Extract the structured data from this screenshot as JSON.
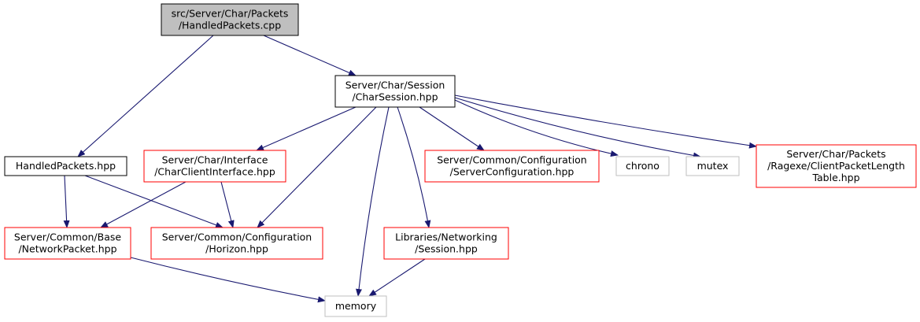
{
  "colors": {
    "edge": "#191970",
    "root_fill": "#bfbfbf",
    "root_border": "#000000",
    "documented_border": "#000000",
    "undocumented_border": "#ff0000",
    "external_border": "#bfbfbf",
    "text": "#000000"
  },
  "nodes": [
    {
      "id": "handledpackets_cpp",
      "lines": [
        "src/Server/Char/Packets",
        "/HandledPackets.cpp"
      ],
      "kind": "root"
    },
    {
      "id": "charsession_hpp",
      "lines": [
        "Server/Char/Session",
        "/CharSession.hpp"
      ],
      "kind": "documented"
    },
    {
      "id": "handledpackets_hpp",
      "lines": [
        "HandledPackets.hpp"
      ],
      "kind": "documented"
    },
    {
      "id": "charclientinterface_hpp",
      "lines": [
        "Server/Char/Interface",
        "/CharClientInterface.hpp"
      ],
      "kind": "undocumented"
    },
    {
      "id": "serverconfiguration_hpp",
      "lines": [
        "Server/Common/Configuration",
        "/ServerConfiguration.hpp"
      ],
      "kind": "undocumented"
    },
    {
      "id": "chrono",
      "lines": [
        "chrono"
      ],
      "kind": "external"
    },
    {
      "id": "mutex",
      "lines": [
        "mutex"
      ],
      "kind": "external"
    },
    {
      "id": "clientpacketlengthtable_hpp",
      "lines": [
        "Server/Char/Packets",
        "/Ragexe/ClientPacketLength",
        "Table.hpp"
      ],
      "kind": "undocumented"
    },
    {
      "id": "networkpacket_hpp",
      "lines": [
        "Server/Common/Base",
        "/NetworkPacket.hpp"
      ],
      "kind": "undocumented"
    },
    {
      "id": "horizon_hpp",
      "lines": [
        "Server/Common/Configuration",
        "/Horizon.hpp"
      ],
      "kind": "undocumented"
    },
    {
      "id": "networking_session_hpp",
      "lines": [
        "Libraries/Networking",
        "/Session.hpp"
      ],
      "kind": "undocumented"
    },
    {
      "id": "memory",
      "lines": [
        "memory"
      ],
      "kind": "external"
    }
  ],
  "edges": [
    {
      "from": "handledpackets_cpp",
      "to": "handledpackets_hpp"
    },
    {
      "from": "handledpackets_cpp",
      "to": "charsession_hpp"
    },
    {
      "from": "charsession_hpp",
      "to": "charclientinterface_hpp"
    },
    {
      "from": "charsession_hpp",
      "to": "horizon_hpp"
    },
    {
      "from": "charsession_hpp",
      "to": "memory"
    },
    {
      "from": "charsession_hpp",
      "to": "networking_session_hpp"
    },
    {
      "from": "charsession_hpp",
      "to": "serverconfiguration_hpp"
    },
    {
      "from": "charsession_hpp",
      "to": "chrono"
    },
    {
      "from": "charsession_hpp",
      "to": "mutex"
    },
    {
      "from": "charsession_hpp",
      "to": "clientpacketlengthtable_hpp"
    },
    {
      "from": "handledpackets_hpp",
      "to": "networkpacket_hpp"
    },
    {
      "from": "handledpackets_hpp",
      "to": "horizon_hpp"
    },
    {
      "from": "charclientinterface_hpp",
      "to": "networkpacket_hpp"
    },
    {
      "from": "charclientinterface_hpp",
      "to": "horizon_hpp"
    },
    {
      "from": "networkpacket_hpp",
      "to": "memory"
    },
    {
      "from": "networking_session_hpp",
      "to": "memory"
    }
  ]
}
